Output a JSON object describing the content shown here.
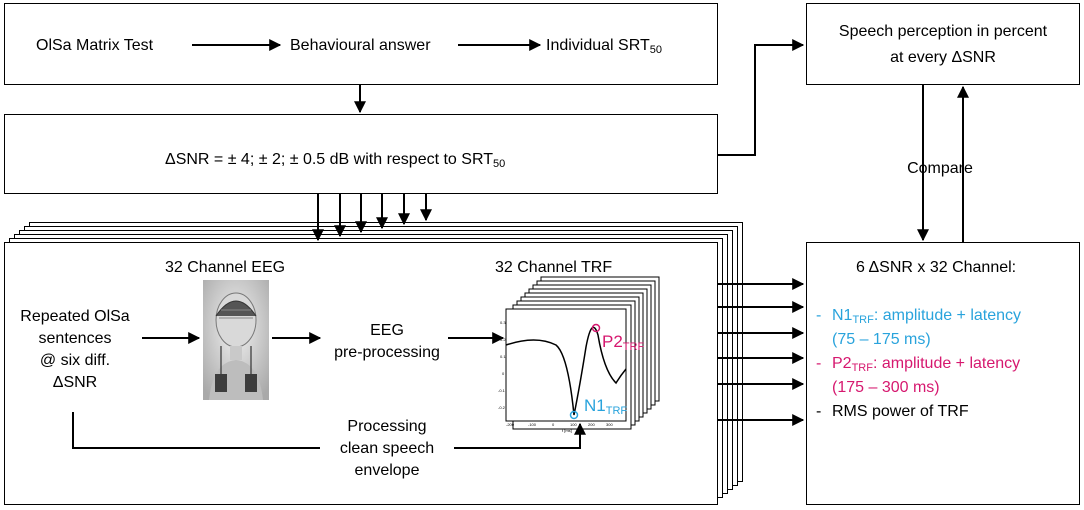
{
  "top_box": {
    "step1": "OlSa Matrix Test",
    "step2": "Behavioural answer",
    "step3_base": "Individual SRT",
    "step3_sub": "50"
  },
  "snr_box": {
    "text_base": "ΔSNR = ± 4; ± 2; ± 0.5 dB with respect to SRT",
    "text_sub": "50"
  },
  "perception_box": {
    "line1": "Speech perception in percent",
    "line2": "at every ΔSNR"
  },
  "compare_label": "Compare",
  "main_box": {
    "eeg_title": "32 Channel EEG",
    "trf_title": "32 Channel TRF",
    "stimulus": [
      "Repeated OlSa",
      "sentences",
      "@ six diff.",
      "ΔSNR"
    ],
    "preproc": [
      "EEG",
      "pre-processing"
    ],
    "envelope": [
      "Processing",
      "clean speech",
      "envelope"
    ],
    "peak_n1_base": "N1",
    "peak_n1_sub": "TRF",
    "peak_p2_base": "P2",
    "peak_p2_sub": "TRF"
  },
  "result_box": {
    "title": "6 ΔSNR x 32 Channel:",
    "n1_line_base": "N1",
    "n1_line_sub": "TRF",
    "n1_line_rest": ": amplitude + latency",
    "n1_range": "(75 – 175 ms)",
    "p2_line_base": "P2",
    "p2_line_sub": "TRF",
    "p2_line_rest": ": amplitude + latency",
    "p2_range": "(175 – 300 ms)",
    "rms_line": "RMS power of TRF",
    "bullet": "-"
  },
  "colors": {
    "n1": "#29a3dc",
    "p2": "#d6186f"
  },
  "icons": {
    "eeg_cap": "eeg-cap-head-icon",
    "trf_plot": "trf-waveform-plot"
  }
}
